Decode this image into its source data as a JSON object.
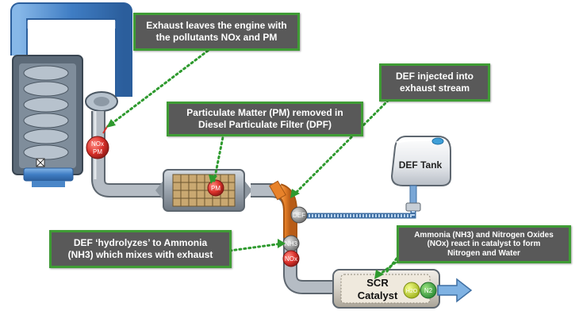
{
  "callouts": {
    "exhaust": {
      "line1": "Exhaust leaves the engine with",
      "line2": "the pollutants NOx and PM"
    },
    "def_injected": {
      "line1": "DEF injected into",
      "line2": "exhaust stream"
    },
    "pm_removed": {
      "line1": "Particulate Matter (PM) removed in",
      "line2": "Diesel Particulate Filter (DPF)"
    },
    "hydrolyzes": {
      "line1": "DEF ‘hydrolyzes’ to Ammonia",
      "line2": "(NH3) which mixes with exhaust"
    },
    "scr_reaction": {
      "line1": "Ammonia (NH3) and Nitrogen Oxides",
      "line2": "(NOx) react in catalyst  to form",
      "line3": "Nitrogen and Water"
    }
  },
  "labels": {
    "def_tank": "DEF Tank",
    "scr_line1": "SCR",
    "scr_line2": "Catalyst",
    "nox_pm_line1": "NOx",
    "nox_pm_line2": "PM",
    "dpf_pm": "PM",
    "def_dot": "DEF",
    "nh3_dot": "NH3",
    "nox_dot": "NOx",
    "h2o_dot": "H2O",
    "n2_dot": "N2"
  },
  "colors": {
    "callout_border": "#3f9c35",
    "callout_fill": "#595959",
    "leader_dots": "#2e9a2e",
    "engine_blue": "#4a86c8",
    "pipe_gray": "#a9b1ba",
    "def_orange": "#e8822a",
    "nox_red": "#d9302a",
    "n2_green": "#3aa84a",
    "h2o_yellow": "#c8d62a"
  }
}
